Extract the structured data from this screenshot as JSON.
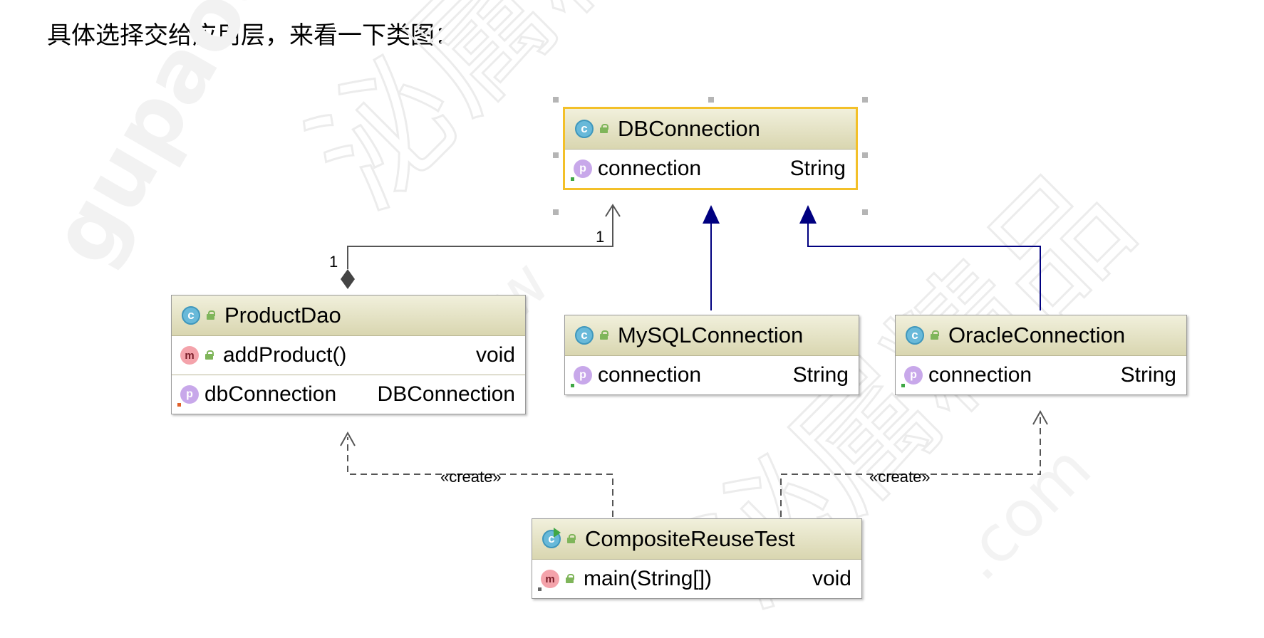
{
  "intro_text": "具体选择交给应用层，来看一下类图：",
  "colors": {
    "header_gradient_top": "#f1f0dc",
    "header_gradient_bottom": "#d9d6b0",
    "selection_border": "#f3c029",
    "inheritance_line": "#000080",
    "association_line": "#555555",
    "class_icon": "#68b9d9",
    "method_icon": "#f4a3ab",
    "property_icon": "#c8a8ea"
  },
  "watermarks": [
    "泌属精品",
    "gupaoedu",
    "泌属精品",
    "www",
    ".com"
  ],
  "classes": [
    {
      "id": "dbconnection",
      "name": "DBConnection",
      "selected": true,
      "sections": [
        [
          {
            "kind": "p",
            "name": "connection",
            "type": "String"
          }
        ]
      ]
    },
    {
      "id": "productdao",
      "name": "ProductDao",
      "selected": false,
      "sections": [
        [
          {
            "kind": "m",
            "name": "addProduct()",
            "type": "void"
          }
        ],
        [
          {
            "kind": "p",
            "name": "dbConnection",
            "type": "DBConnection"
          }
        ]
      ]
    },
    {
      "id": "mysqlconnection",
      "name": "MySQLConnection",
      "selected": false,
      "sections": [
        [
          {
            "kind": "p",
            "name": "connection",
            "type": "String"
          }
        ]
      ]
    },
    {
      "id": "oracleconnection",
      "name": "OracleConnection",
      "selected": false,
      "sections": [
        [
          {
            "kind": "p",
            "name": "connection",
            "type": "String"
          }
        ]
      ]
    },
    {
      "id": "compositereusetest",
      "name": "CompositeReuseTest",
      "selected": false,
      "sections": [
        [
          {
            "kind": "m",
            "name": "main(String[])",
            "type": "void"
          }
        ]
      ]
    }
  ],
  "relations": {
    "composition": {
      "source_multiplicity": "1",
      "target_multiplicity": "1"
    },
    "create_left": "«create»",
    "create_right": "«create»"
  }
}
